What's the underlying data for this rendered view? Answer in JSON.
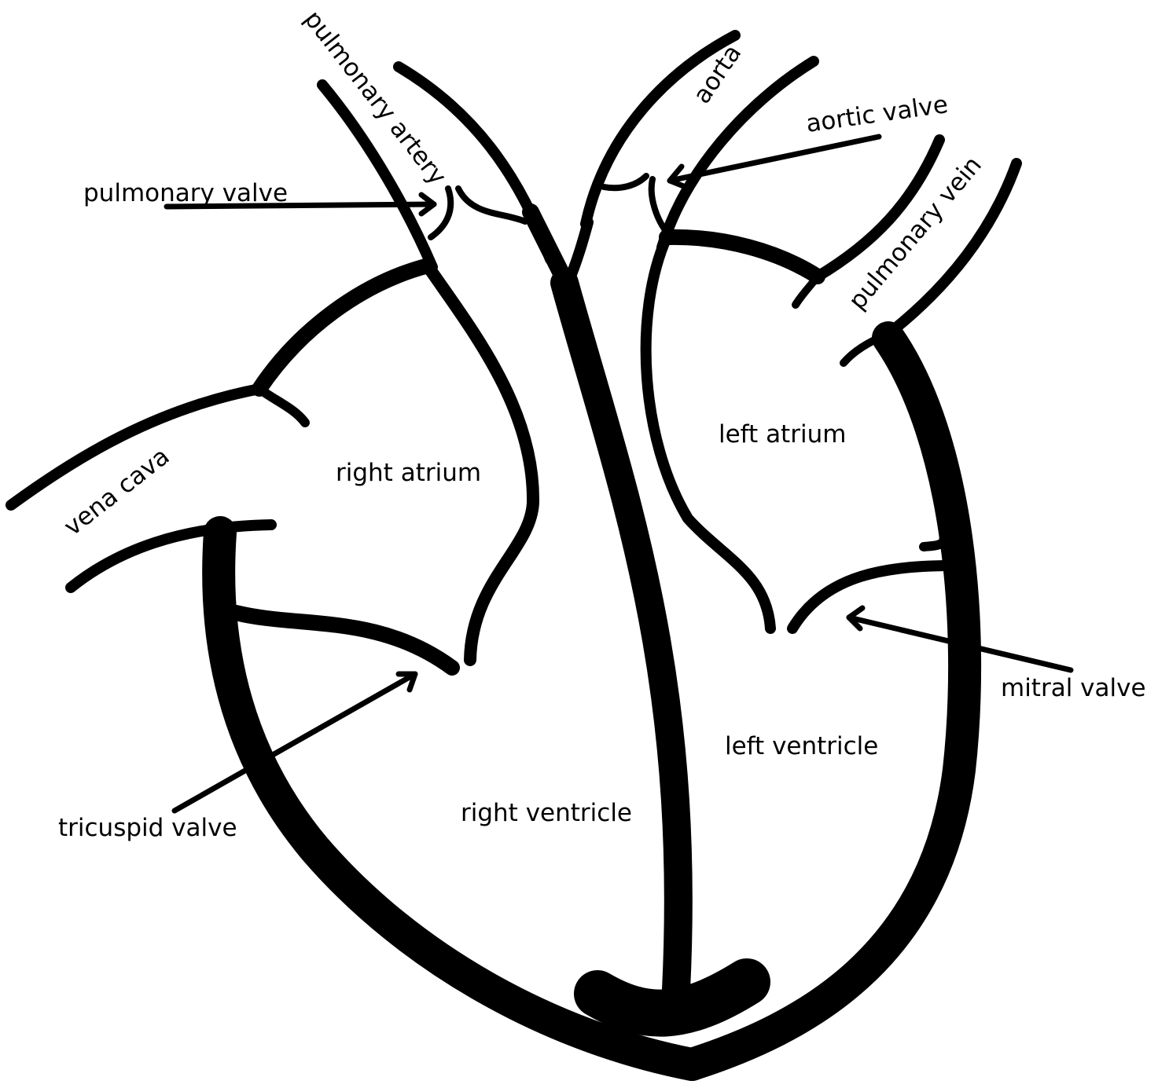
{
  "diagram": {
    "labels": {
      "pulmonary_artery": "pulmonary artery",
      "aorta": "aorta",
      "aortic_valve": "aortic valve",
      "pulmonary_valve": "pulmonary valve",
      "pulmonary_vein": "pulmonary vein",
      "left_atrium": "left atrium",
      "right_atrium": "right atrium",
      "vena_cava": "vena cava",
      "mitral_valve": "mitral valve",
      "left_ventricle": "left ventricle",
      "tricuspid_valve": "tricuspid valve",
      "right_ventricle": "right ventricle"
    },
    "colors": {
      "outline": "#000000",
      "background": "#ffffff"
    }
  }
}
